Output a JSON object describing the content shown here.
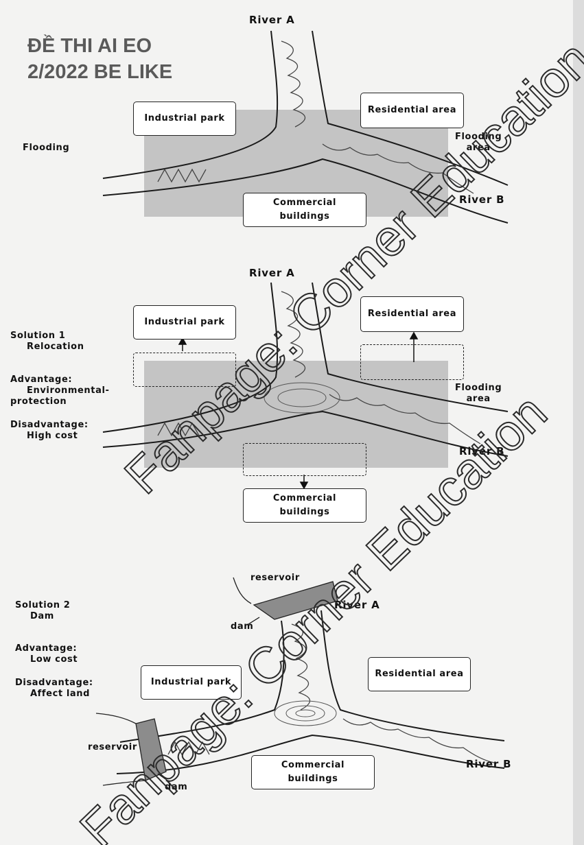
{
  "meme_title": {
    "line1": "ĐỀ THI AI EO",
    "line2": "2/2022 BE LIKE"
  },
  "panel1": {
    "river_a": "River A",
    "river_b": "River B",
    "industrial": "Industrial park",
    "residential": "Residential area",
    "commercial_l1": "Commercial",
    "commercial_l2": "buildings",
    "flooding": "Flooding",
    "flooding_area_l1": "Flooding",
    "flooding_area_l2": "area"
  },
  "panel2": {
    "river_a": "River A",
    "river_b": "River B",
    "industrial": "Industrial park",
    "residential": "Residential area",
    "commercial_l1": "Commercial",
    "commercial_l2": "buildings",
    "flooding_area_l1": "Flooding",
    "flooding_area_l2": "area",
    "solution_l1": "Solution 1",
    "solution_l2": "Relocation",
    "advantage_l1": "Advantage:",
    "advantage_l2": "Environmental-",
    "advantage_l3": "protection",
    "disadvantage_l1": "Disadvantage:",
    "disadvantage_l2": "High cost"
  },
  "panel3": {
    "river_a": "River A",
    "river_b": "River B",
    "industrial": "Industrial park",
    "residential": "Residential area",
    "commercial_l1": "Commercial",
    "commercial_l2": "buildings",
    "reservoir_top": "reservoir",
    "dam_top": "dam",
    "reservoir_left": "reservoir",
    "dam_left": "dam",
    "solution_l1": "Solution 2",
    "solution_l2": "Dam",
    "advantage_l1": "Advantage:",
    "advantage_l2": "Low cost",
    "disadvantage_l1": "Disadvantage:",
    "disadvantage_l2": "Affect land"
  },
  "watermark": {
    "text": "Fanpage: Corner Education"
  },
  "colors": {
    "flood_fill": "#c4c4c4",
    "river_band": "#d8d8d8",
    "ink": "#111111",
    "watermark_stroke": "#2b2b2b"
  }
}
